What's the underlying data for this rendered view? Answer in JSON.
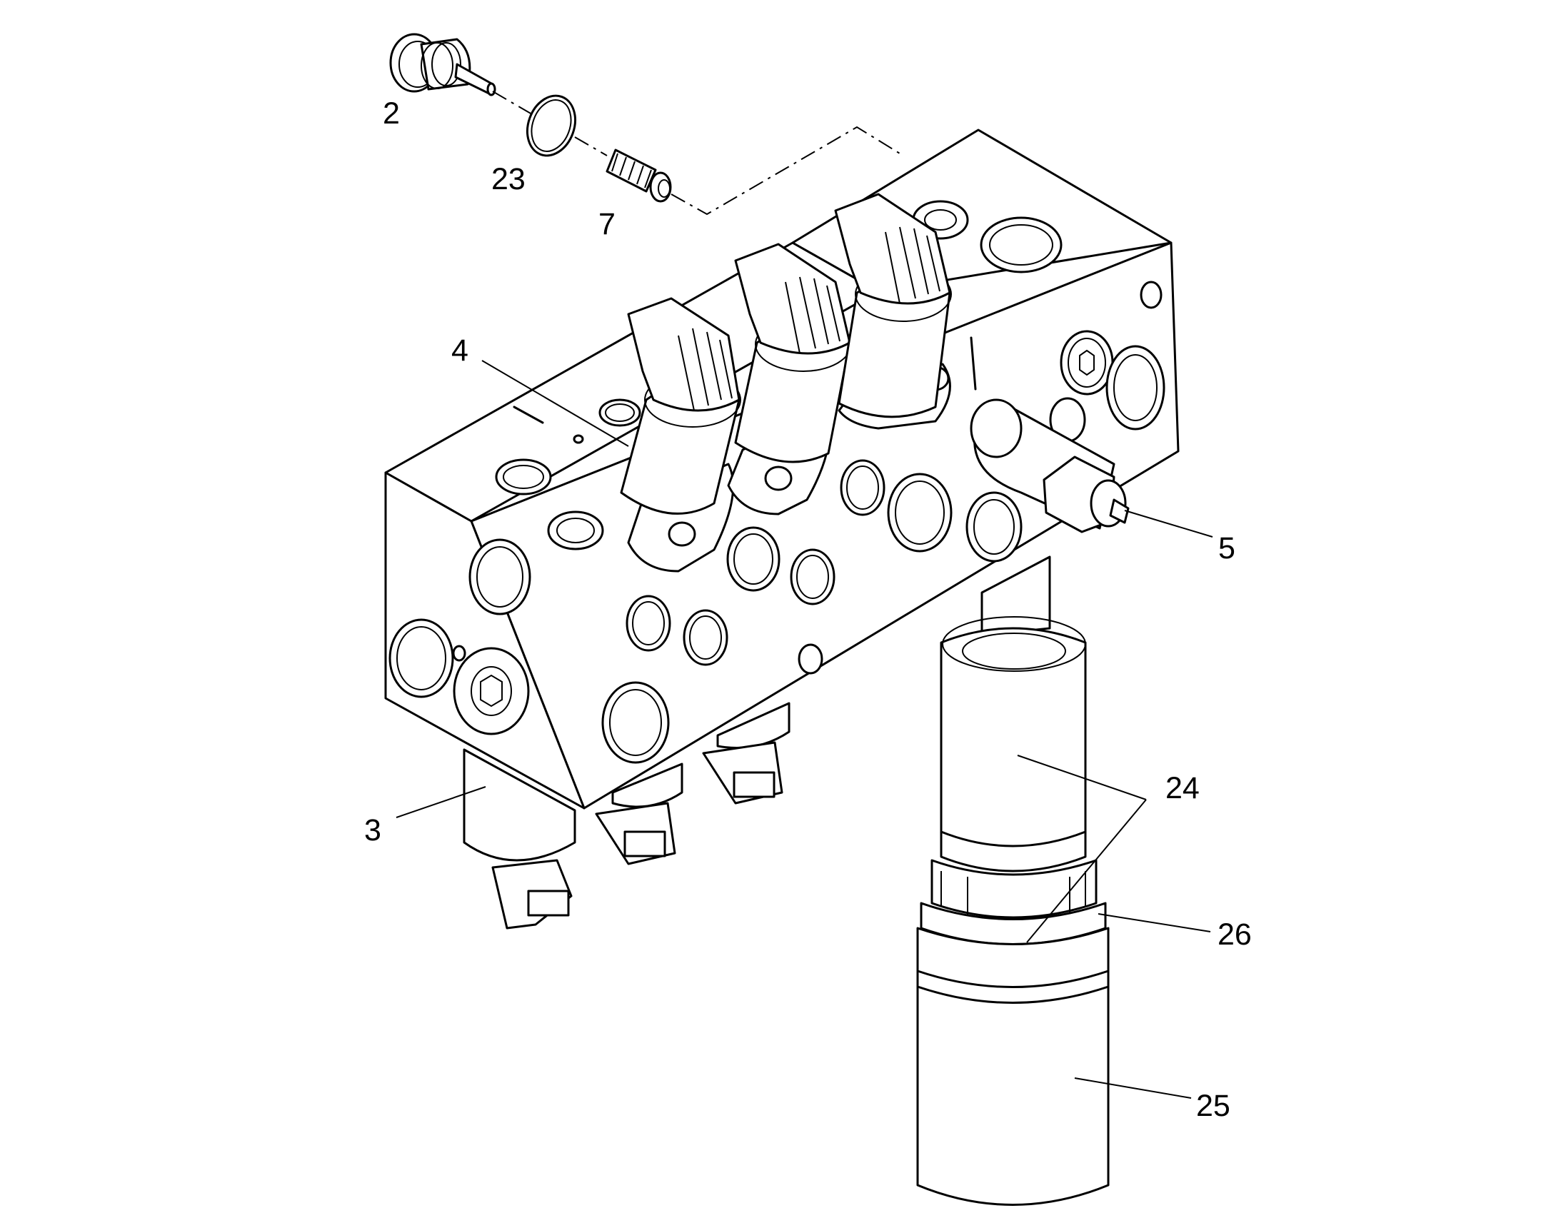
{
  "callouts": [
    {
      "id": "c2",
      "text": "2"
    },
    {
      "id": "c23",
      "text": "23"
    },
    {
      "id": "c7",
      "text": "7"
    },
    {
      "id": "c4",
      "text": "4"
    },
    {
      "id": "c5",
      "text": "5"
    },
    {
      "id": "c3",
      "text": "3"
    },
    {
      "id": "c24",
      "text": "24"
    },
    {
      "id": "c26",
      "text": "26"
    },
    {
      "id": "c25",
      "text": "25"
    }
  ]
}
